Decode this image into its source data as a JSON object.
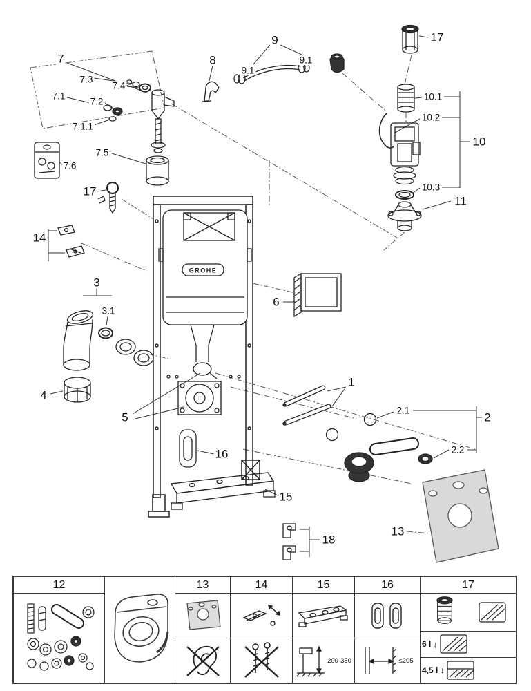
{
  "brand": "GROHE",
  "callouts": [
    {
      "text": "7"
    },
    {
      "text": "7.3"
    },
    {
      "text": "7.4"
    },
    {
      "text": "7.1"
    },
    {
      "text": "7.2"
    },
    {
      "text": "7.1.1"
    },
    {
      "text": "7.5"
    },
    {
      "text": "7.6"
    },
    {
      "text": "8"
    },
    {
      "text": "9"
    },
    {
      "text": "9.1"
    },
    {
      "text": "9.1"
    },
    {
      "text": "17"
    },
    {
      "text": "10.1"
    },
    {
      "text": "10.2"
    },
    {
      "text": "10"
    },
    {
      "text": "10.3"
    },
    {
      "text": "11"
    },
    {
      "text": "17"
    },
    {
      "text": "14"
    },
    {
      "text": "3"
    },
    {
      "text": "3.1"
    },
    {
      "text": "4"
    },
    {
      "text": "5"
    },
    {
      "text": "6"
    },
    {
      "text": "1"
    },
    {
      "text": "2.1"
    },
    {
      "text": "2"
    },
    {
      "text": "2.2"
    },
    {
      "text": "16"
    },
    {
      "text": "15"
    },
    {
      "text": "18"
    },
    {
      "text": "13"
    }
  ],
  "bottom_panel": {
    "headers": [
      "12",
      "13",
      "14",
      "15",
      "16",
      "17"
    ],
    "height_range": "200-350",
    "depth_max": "≤205",
    "flush_full": "6 l",
    "flush_eco": "4,5 l"
  }
}
